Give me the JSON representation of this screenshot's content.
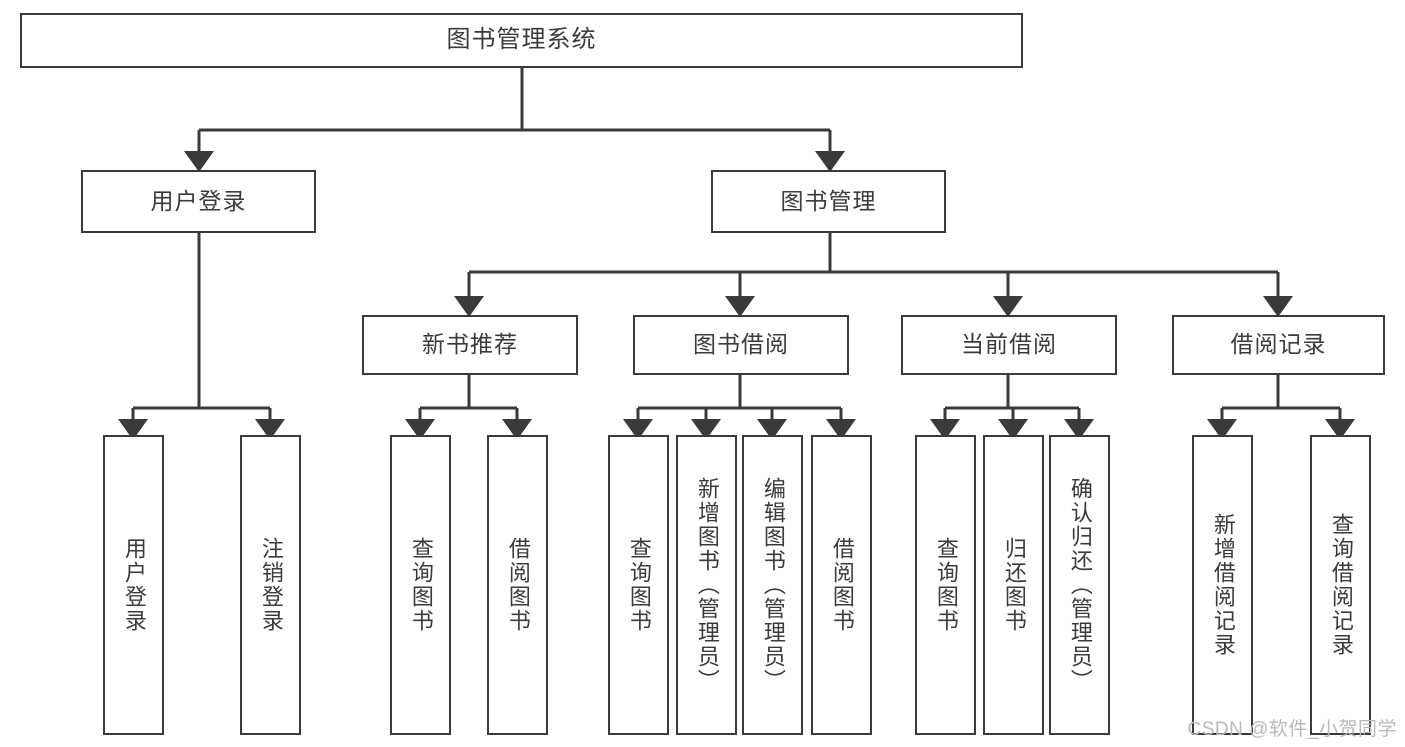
{
  "diagram": {
    "type": "tree",
    "title": "图书管理系统",
    "root": {
      "label": "图书管理系统"
    },
    "level2": [
      {
        "label": "用户登录"
      },
      {
        "label": "图书管理"
      }
    ],
    "level3": [
      {
        "label": "新书推荐"
      },
      {
        "label": "图书借阅"
      },
      {
        "label": "当前借阅"
      },
      {
        "label": "借阅记录"
      }
    ],
    "leaves": {
      "user_login": [
        {
          "label": "用户登录"
        },
        {
          "label": "注销登录"
        }
      ],
      "new_book_recommend": [
        {
          "label": "查询图书"
        },
        {
          "label": "借阅图书"
        }
      ],
      "book_borrow": [
        {
          "label": "查询图书"
        },
        {
          "label": "新增图书（管理员）"
        },
        {
          "label": "编辑图书（管理员）"
        },
        {
          "label": "借阅图书"
        }
      ],
      "current_borrow": [
        {
          "label": "查询图书"
        },
        {
          "label": "归还图书"
        },
        {
          "label": "确认归还（管理员）"
        }
      ],
      "borrow_record": [
        {
          "label": "新增借阅记录"
        },
        {
          "label": "查询借阅记录"
        }
      ]
    }
  },
  "watermark": {
    "text": "CSDN @软件_小贺同学"
  },
  "colors": {
    "border": "#3a3a3a",
    "text": "#3b3b3b",
    "background": "#ffffff",
    "watermark": "#b9b9b9"
  }
}
